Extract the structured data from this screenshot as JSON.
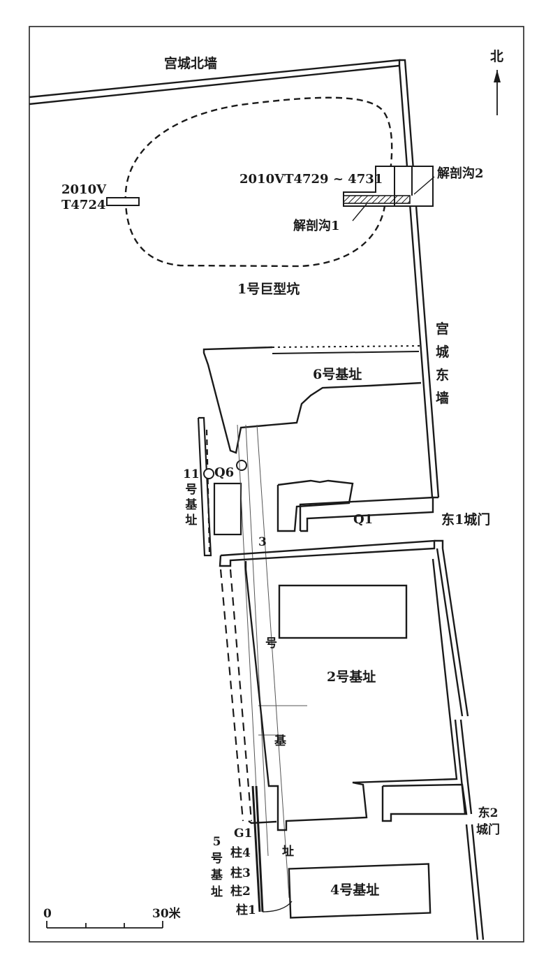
{
  "compass": {
    "label": "北"
  },
  "walls": {
    "north": "宫城北墙",
    "east_vertical": "宫\n城\n东\n墙"
  },
  "features": {
    "pit": "1号巨型坑",
    "trench_west_line1": "2010V",
    "trench_west_line2": "T4724",
    "trench_east": "2010VT4729 ~ 4731",
    "section_trench_1": "解剖沟1",
    "section_trench_2": "解剖沟2"
  },
  "foundations": {
    "f6": "6号基址",
    "f11": "11\n号\n基\n址",
    "f2": "2号基址",
    "f4": "4号基址",
    "f5": "5\n号\n基\n址",
    "f3_char1": "3",
    "f3_char2": "号",
    "f3_char3": "基",
    "f3_char4": "址"
  },
  "marks": {
    "q6": "Q6",
    "q1": "Q1",
    "g1": "G1",
    "pillar4": "柱4",
    "pillar3": "柱3",
    "pillar2": "柱2",
    "pillar1": "柱1"
  },
  "gates": {
    "east1": "东1城门",
    "east2": "东2\n城门"
  },
  "scale": {
    "start": "0",
    "end": "30米",
    "value_m": 30
  }
}
